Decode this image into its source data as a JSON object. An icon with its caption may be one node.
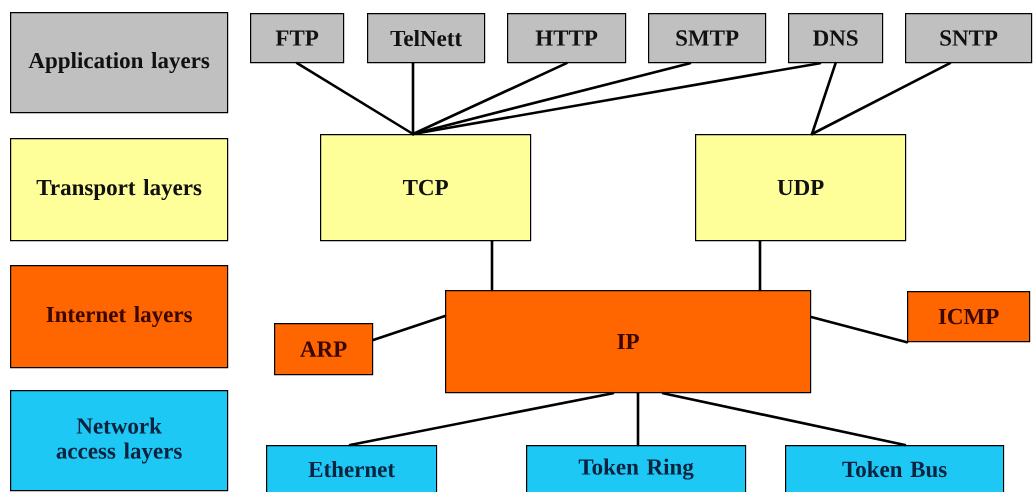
{
  "diagram": {
    "nodes": [
      {
        "text": [
          "Application layers"
        ]
      },
      {
        "text": [
          "Transport layers"
        ]
      },
      {
        "text": [
          "Internet layers"
        ]
      },
      {
        "text": [
          "Network access layers"
        ]
      },
      {
        "text": [
          "FTP"
        ]
      },
      {
        "text": [
          "TelNett"
        ]
      },
      {
        "text": [
          "HTTP"
        ]
      },
      {
        "text": [
          "SMTP"
        ]
      },
      {
        "text": [
          "DNS"
        ]
      },
      {
        "text": [
          "SNTP"
        ]
      },
      {
        "text": [
          "TCP"
        ]
      },
      {
        "text": [
          "UDP"
        ]
      },
      {
        "text": [
          "ARP"
        ]
      },
      {
        "text": [
          "IP"
        ]
      },
      {
        "text": [
          "ICMP"
        ]
      },
      {
        "text": [
          "Ethernet"
        ]
      },
      {
        "text": [
          "Token Ring"
        ]
      },
      {
        "text": [
          "Token Bus"
        ]
      }
    ],
    "edges": [
      {
        "from": 4,
        "to": 10,
        "arrow": "none"
      },
      {
        "from": 5,
        "to": 10,
        "arrow": "none"
      },
      {
        "from": 6,
        "to": 10,
        "arrow": "none"
      },
      {
        "from": 7,
        "to": 10,
        "arrow": "none"
      },
      {
        "from": 8,
        "to": 10,
        "arrow": "none"
      },
      {
        "from": 8,
        "to": 11,
        "arrow": "none"
      },
      {
        "from": 9,
        "to": 11,
        "arrow": "none"
      },
      {
        "from": 10,
        "to": 13,
        "arrow": "none"
      },
      {
        "from": 11,
        "to": 13,
        "arrow": "none"
      },
      {
        "from": 13,
        "to": 12,
        "arrow": "none"
      },
      {
        "from": 13,
        "to": 14,
        "arrow": "none"
      },
      {
        "from": 13,
        "to": 15,
        "arrow": "none"
      },
      {
        "from": 13,
        "to": 16,
        "arrow": "none"
      },
      {
        "from": 13,
        "to": 17,
        "arrow": "none"
      }
    ]
  }
}
